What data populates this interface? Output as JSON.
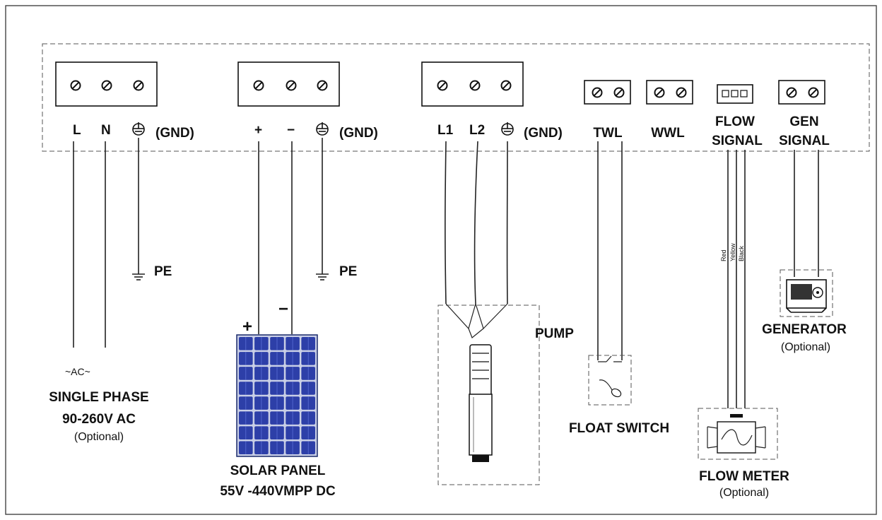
{
  "ac_block": {
    "terminals": [
      "L",
      "N"
    ],
    "gnd": "(GND)",
    "pe": "PE",
    "ac_symbol": "~AC~",
    "title": "SINGLE PHASE",
    "voltage": "90-260V AC",
    "note": "(Optional)"
  },
  "dc_block": {
    "terminals": [
      "+",
      "−"
    ],
    "gnd": "(GND)",
    "pe": "PE",
    "panel_plus": "+",
    "panel_minus": "−",
    "title": "SOLAR PANEL",
    "voltage": "55V -440VMPP DC"
  },
  "pump_block": {
    "terminals": [
      "L1",
      "L2"
    ],
    "gnd": "(GND)",
    "label": "PUMP"
  },
  "float_block": {
    "terminals": [
      "TWL",
      "WWL"
    ],
    "label": "FLOAT SWITCH"
  },
  "flow_block": {
    "label_line1": "FLOW",
    "label_line2": "SIGNAL",
    "wires": [
      "Red",
      "Yellow",
      "Black"
    ],
    "meter_title": "FLOW METER",
    "meter_note": "(Optional)"
  },
  "gen_block": {
    "label_line1": "GEN",
    "label_line2": "SIGNAL",
    "title": "GENERATOR",
    "note": "(Optional)"
  }
}
